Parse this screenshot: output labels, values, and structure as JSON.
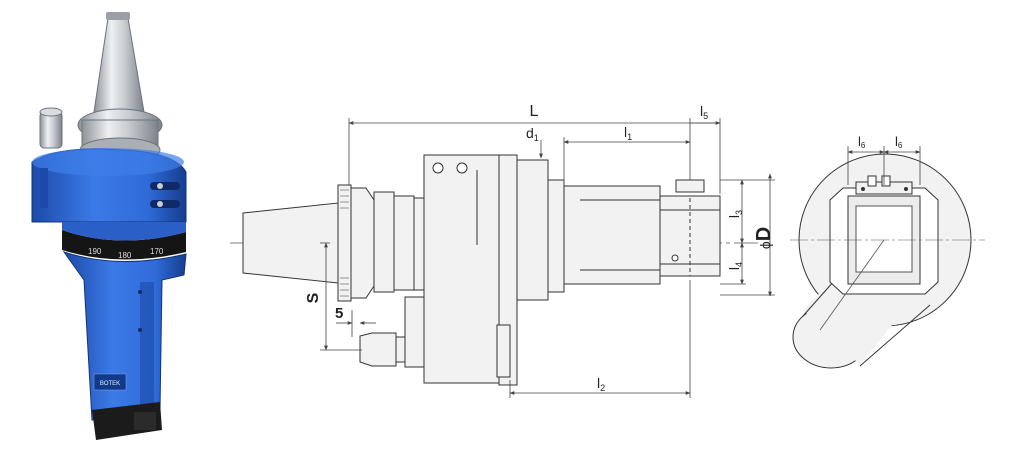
{
  "dimensions": {
    "L": "L",
    "l5": {
      "base": "l",
      "sub": "5"
    },
    "d1": {
      "base": "d",
      "sub": "1"
    },
    "l1": {
      "base": "l",
      "sub": "1"
    },
    "l3": {
      "base": "l",
      "sub": "3"
    },
    "l4": {
      "base": "l",
      "sub": "4"
    },
    "phiD": {
      "phi": "ϕ",
      "D": "D"
    },
    "S": "S",
    "five": "5",
    "l2": {
      "base": "l",
      "sub": "2"
    },
    "l6_left": {
      "base": "l",
      "sub": "6"
    },
    "l6_right": {
      "base": "l",
      "sub": "6"
    }
  },
  "photo": {
    "scale_labels": [
      "190",
      "180",
      "170"
    ],
    "label_plate": "BOTEK",
    "colors": {
      "body": "#2f6bd8",
      "body_dark": "#1d4aa8",
      "steel": "#bfc4ca",
      "scale": "#151515"
    }
  },
  "colors": {
    "line": "#333333",
    "fill": "#f2f2f2",
    "dim": "#444444",
    "center": "#555555"
  }
}
